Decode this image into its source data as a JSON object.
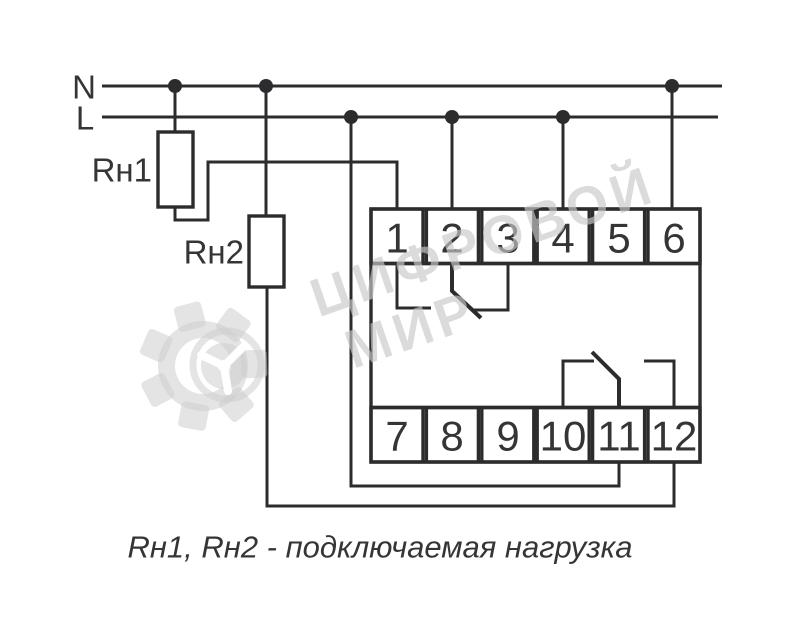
{
  "power": {
    "n_label": "N",
    "l_label": "L"
  },
  "loads": {
    "load1_label": "Rн1",
    "load2_label": "Rн2"
  },
  "relay": {
    "top_terminals": [
      "1",
      "2",
      "3",
      "4",
      "5",
      "6"
    ],
    "bottom_terminals": [
      "7",
      "8",
      "9",
      "10",
      "11",
      "12"
    ]
  },
  "caption": "Rн1, Rн2 - подключаемая нагрузка",
  "watermark": {
    "line1": "ЦИФРОВОЙ",
    "line2": "МИР"
  },
  "colors": {
    "line": "#2c2c2e",
    "text": "#353537",
    "watermark": "#c8c8c8",
    "background": "#ffffff"
  }
}
